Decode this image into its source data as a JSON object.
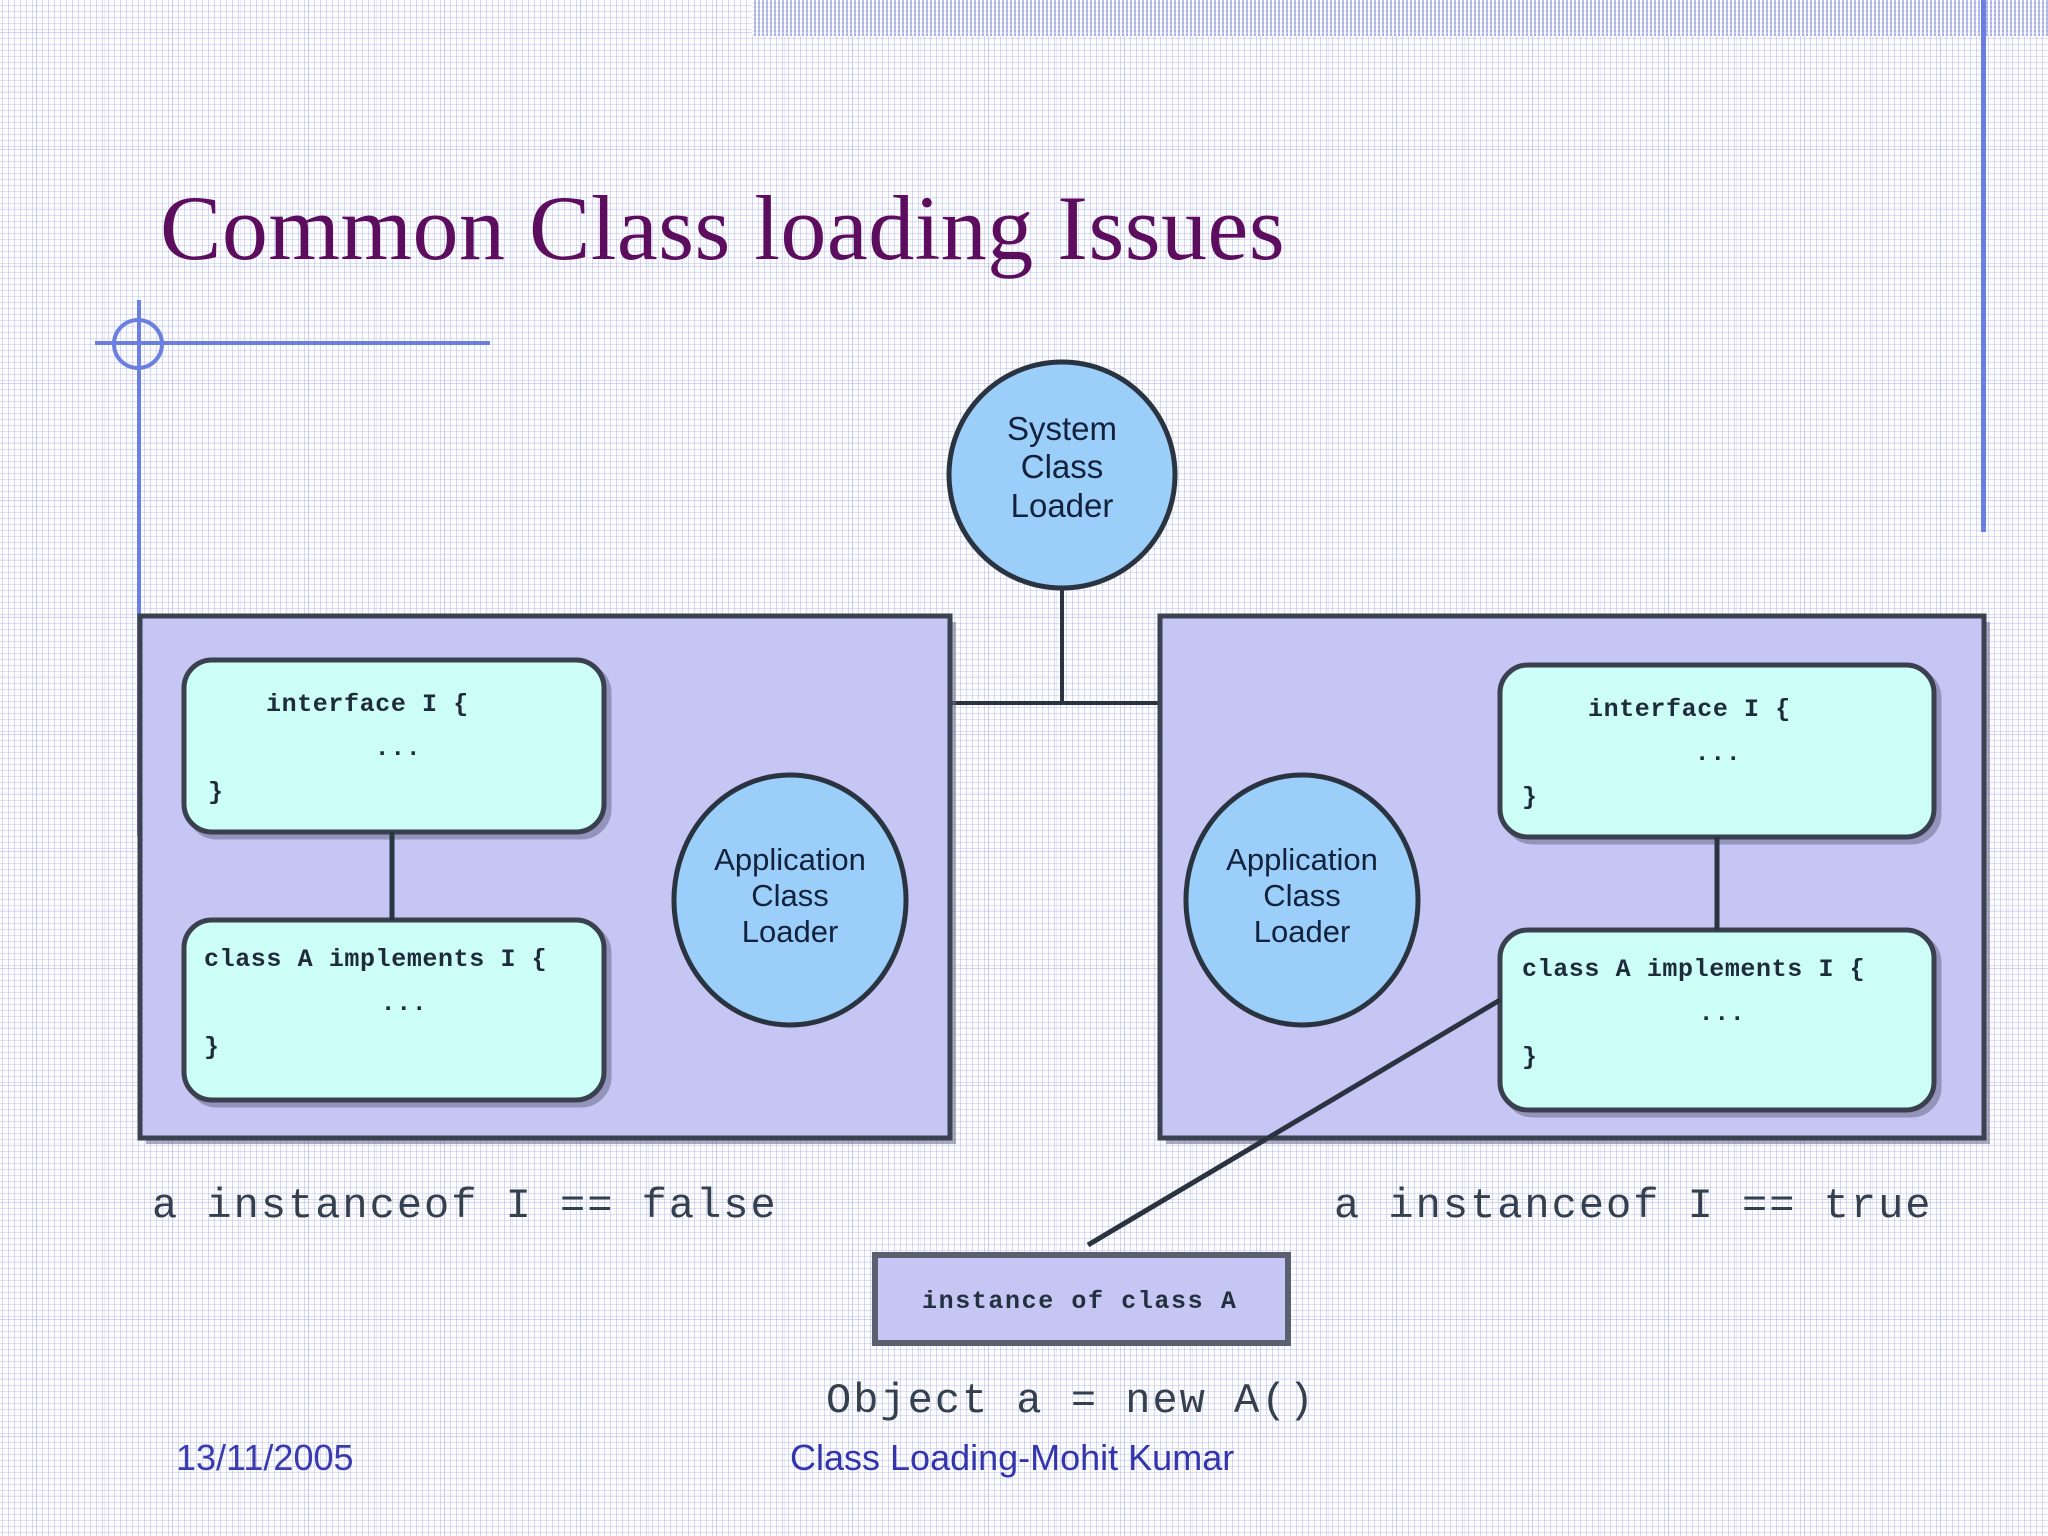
{
  "slide": {
    "title": "Common Class loading Issues",
    "title_color": "#5d0d5e",
    "background_color": "#fdfdfd"
  },
  "diagram": {
    "panel_color": "#c6c6f5",
    "loader_color": "#9ccefa",
    "code_box_color": "#ccfdf7",
    "instance_box_color": "#c6c6f5",
    "border_color": "#2a3340",
    "system_loader": {
      "line1": "System",
      "line2": "Class",
      "line3": "Loader"
    },
    "left_panel": {
      "loader": {
        "line1": "Application",
        "line2": "Class",
        "line3": "Loader"
      },
      "interface_box": {
        "line1": "interface I {",
        "line2": "...",
        "line3": "}"
      },
      "class_box": {
        "line1": "class A implements I {",
        "line2": "...",
        "line3": "}"
      },
      "caption": "a instanceof I == false"
    },
    "right_panel": {
      "loader": {
        "line1": "Application",
        "line2": "Class",
        "line3": "Loader"
      },
      "interface_box": {
        "line1": "interface I {",
        "line2": "...",
        "line3": "}"
      },
      "class_box": {
        "line1": "class A implements I {",
        "line2": "...",
        "line3": "}"
      },
      "caption": "a instanceof I == true"
    },
    "instance_box_label": "instance of class A",
    "object_expression": "Object a = new A()"
  },
  "footer": {
    "date": "13/11/2005",
    "center": "Class Loading-Mohit Kumar",
    "color": "#3b3bb0"
  }
}
